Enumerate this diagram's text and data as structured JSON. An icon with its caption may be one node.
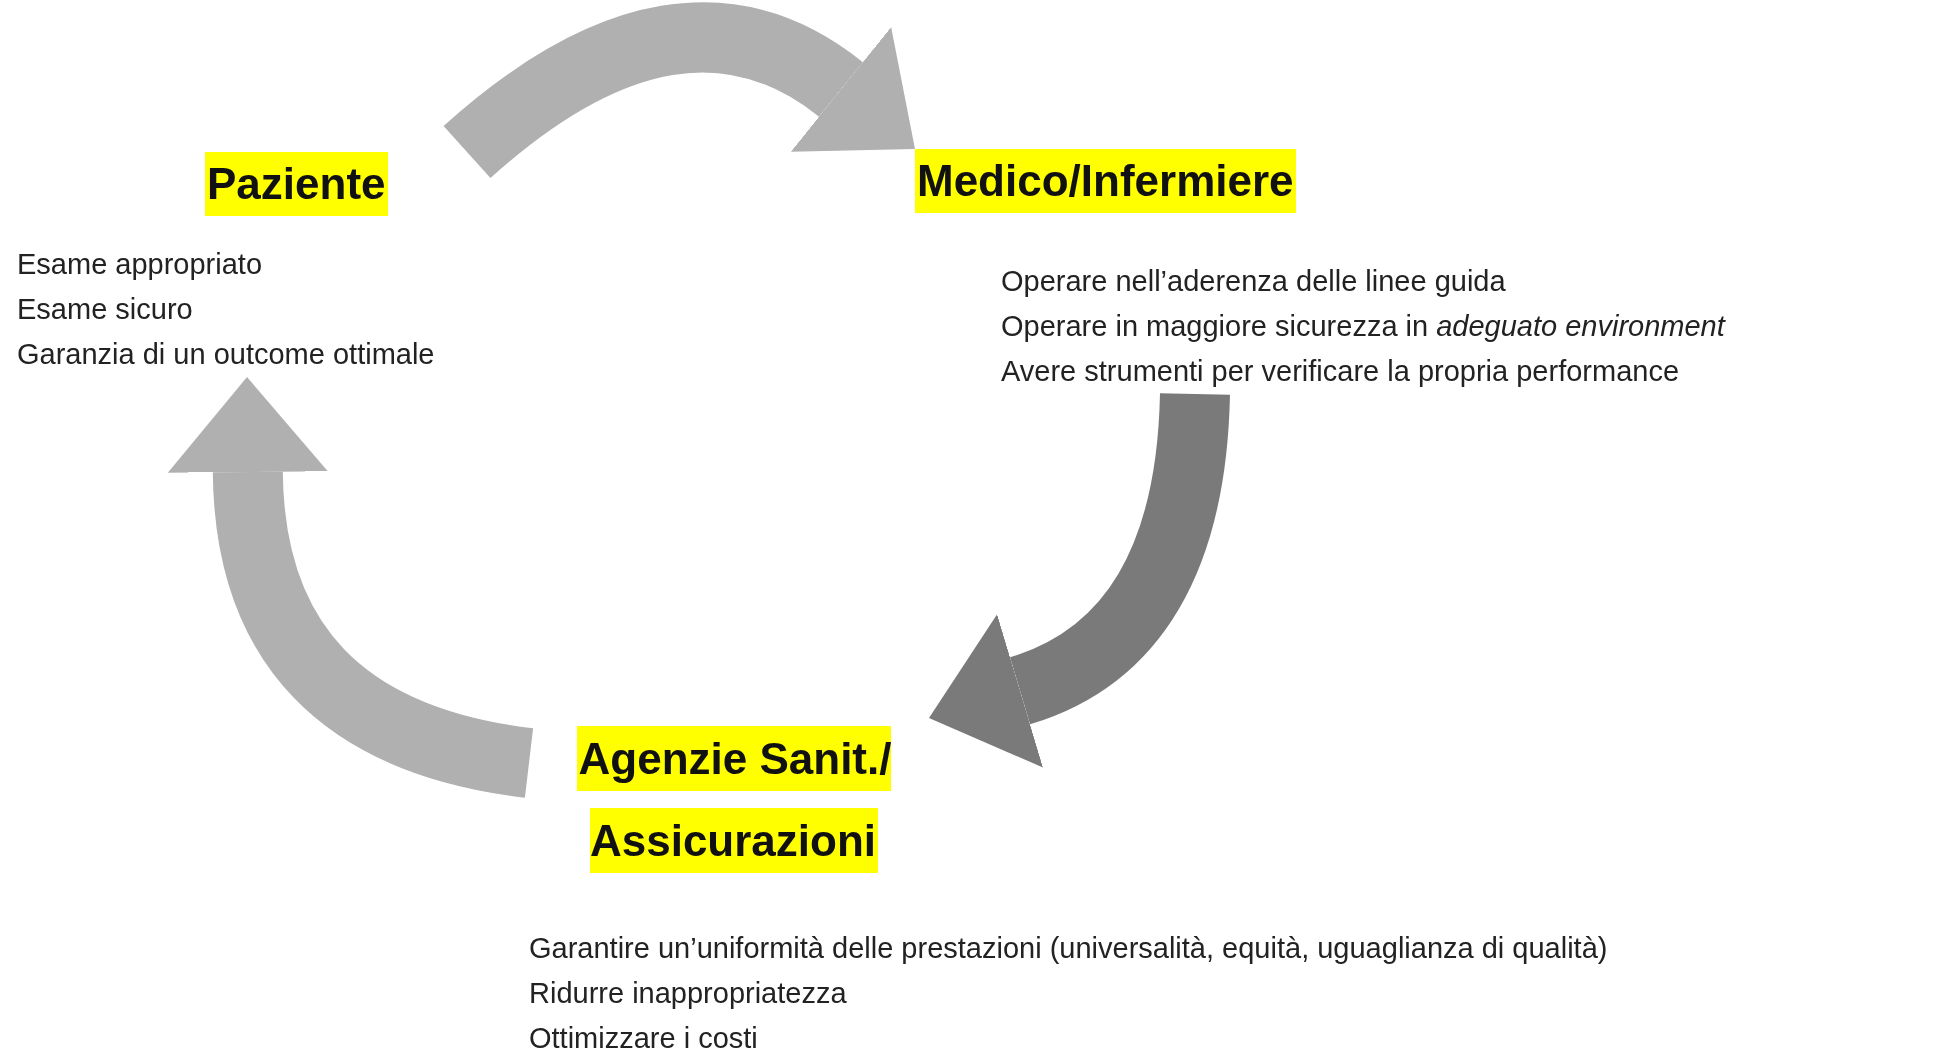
{
  "diagram": {
    "nodes": [
      {
        "text": [
          "Paziente",
          "Esame appropriato",
          "Esame sicuro",
          "Garanzia di un outcome ottimale"
        ]
      },
      {
        "text": [
          "Medico/Infermiere",
          "Operare nell’aderenza delle linee guida",
          "Operare in maggiore sicurezza in *adeguato environment*",
          "Avere strumenti per verificare la propria performance"
        ]
      },
      {
        "text": [
          "Agenzie Sanit./ Assicurazioni",
          "Garantire un’uniformità delle prestazioni (universalità, equità, uguaglianza di qualità)",
          "Ridurre inappropriatezza",
          "Ottimizzare i costi"
        ]
      }
    ],
    "edges": [
      {
        "from": 0,
        "to": 1,
        "arrow": "to"
      },
      {
        "from": 1,
        "to": 2,
        "arrow": "to",
        "color": "#7a7a7a"
      },
      {
        "from": 2,
        "to": 0,
        "arrow": "to"
      }
    ]
  }
}
